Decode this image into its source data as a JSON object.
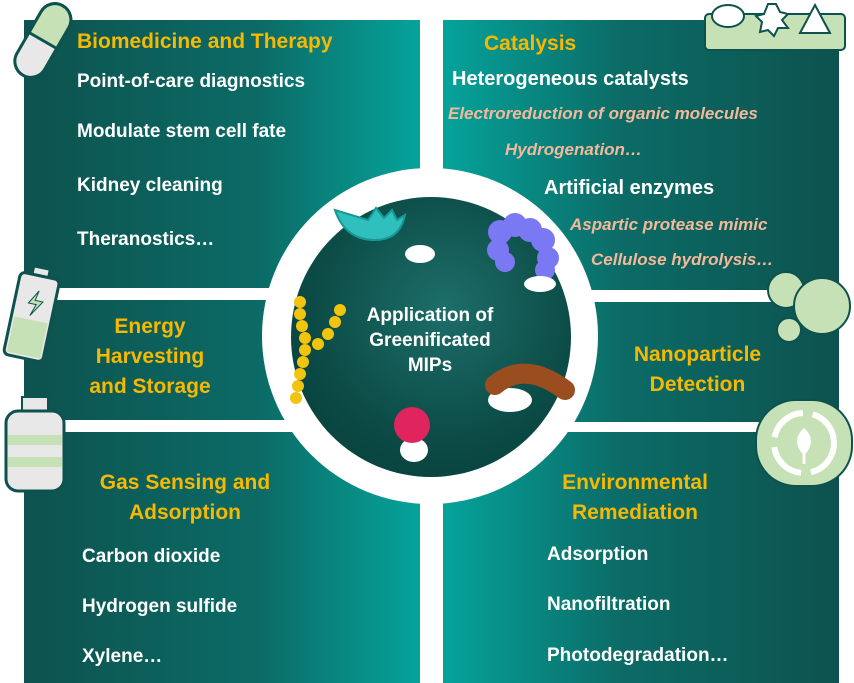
{
  "center": {
    "title_line1": "Application of",
    "title_line2": "Greenificated",
    "title_line3": "MIPs"
  },
  "biomedicine": {
    "title": "Biomedicine and Therapy",
    "items": [
      "Point-of-care diagnostics",
      "Modulate stem cell fate",
      "Kidney cleaning",
      "Theranostics…"
    ]
  },
  "catalysis": {
    "title": "Catalysis",
    "sub1": "Heterogeneous catalysts",
    "sub1_items": [
      "Electroreduction of organic molecules",
      "Hydrogenation…"
    ],
    "sub2": "Artificial enzymes",
    "sub2_items": [
      "Aspartic protease mimic",
      "Cellulose hydrolysis…"
    ]
  },
  "energy": {
    "title_line1": "Energy",
    "title_line2": "Harvesting",
    "title_line3": "and Storage"
  },
  "nanoparticle": {
    "title_line1": "Nanoparticle",
    "title_line2": "Detection"
  },
  "gas": {
    "title_line1": "Gas Sensing and",
    "title_line2": "Adsorption",
    "items": [
      "Carbon dioxide",
      "Hydrogen sulfide",
      "Xylene…"
    ]
  },
  "environment": {
    "title_line1": "Environmental",
    "title_line2": "Remediation",
    "items": [
      "Adsorption",
      "Nanofiltration",
      "Photodegradation…"
    ]
  }
}
